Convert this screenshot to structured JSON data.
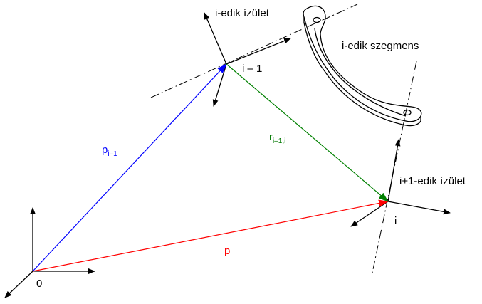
{
  "colors": {
    "p_prev": "#0000ff",
    "p_i": "#ff0000",
    "r": "#008000",
    "axes": "#000000"
  },
  "labels": {
    "joint_i": "i-edik ízület",
    "segment": "i-edik szegmens",
    "frame_prev": "i – 1",
    "p_prev_main": "p",
    "p_prev_sub": "i–1",
    "r_main": "r",
    "r_sub": "i–1,i",
    "joint_next": "i+1-edik ízület",
    "frame_i": "i",
    "p_i_main": "p",
    "p_i_sub": "i",
    "origin": "0"
  }
}
